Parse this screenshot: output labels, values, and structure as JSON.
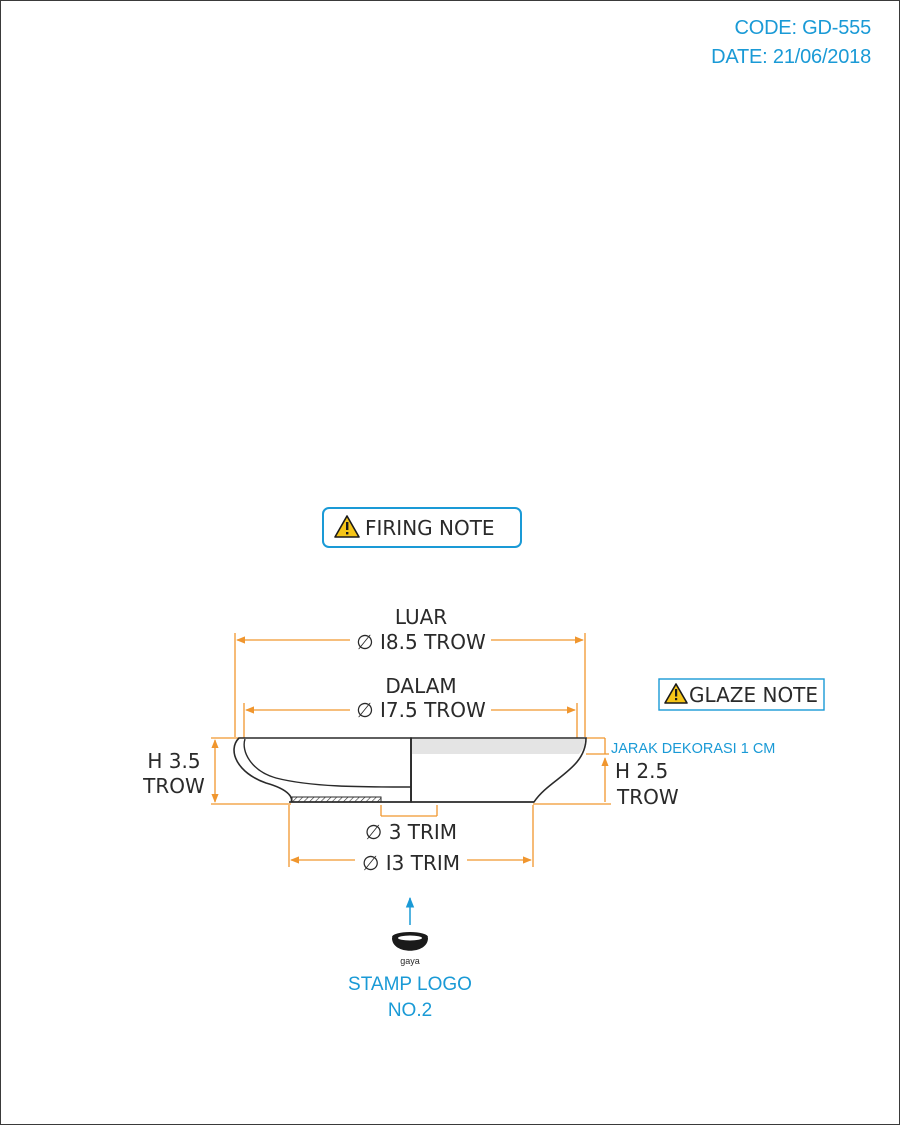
{
  "header": {
    "code": "CODE: GD-555",
    "date": "DATE: 21/06/2018"
  },
  "notes": {
    "firing": "FIRING NOTE",
    "glaze": "GLAZE NOTE"
  },
  "dimensions": {
    "outer_label": "LUAR",
    "outer_value": "∅ I8.5 TROW",
    "inner_label": "DALAM",
    "inner_value": "∅ I7.5 TROW",
    "height_total_1": "H 3.5",
    "height_total_2": "TROW",
    "height_body_1": "H 2.5",
    "height_body_2": "TROW",
    "decoration_gap": "JARAK DEKORASI  1 CM",
    "foot_inner": "∅ 3 TRIM",
    "foot_outer": "∅ I3 TRIM"
  },
  "stamp": {
    "logo_text": "gaya",
    "label_1": "STAMP LOGO",
    "label_2": "NO.2"
  },
  "colors": {
    "accent_blue": "#1a9ad6",
    "dimension_orange": "#f0962e",
    "outline": "#2a2a2a",
    "glaze_band": "#e4e4e4"
  }
}
